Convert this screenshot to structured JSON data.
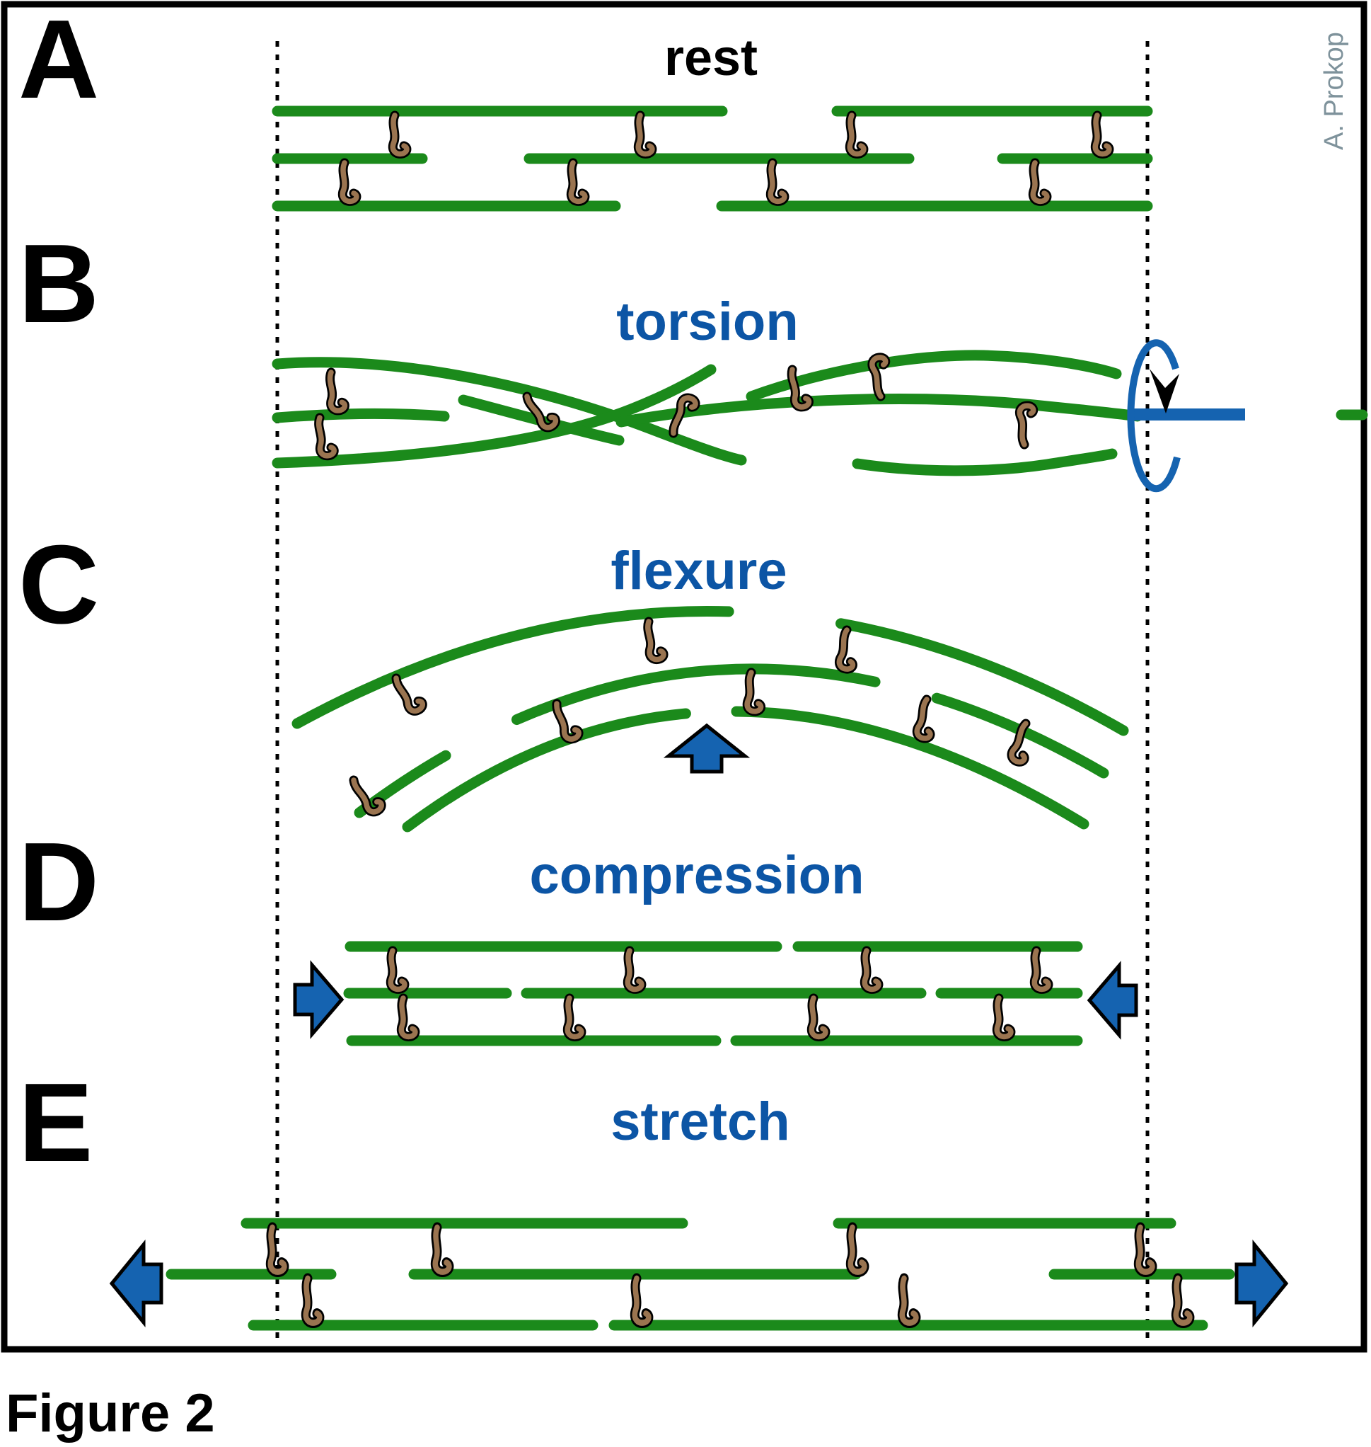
{
  "figure": {
    "caption": "Figure 2",
    "attribution": "A. Prokop"
  },
  "panels": [
    {
      "letter": "A",
      "label": "rest",
      "force_icons": []
    },
    {
      "letter": "B",
      "label": "torsion",
      "force_icons": [
        "rotation-circular-arrow"
      ]
    },
    {
      "letter": "C",
      "label": "flexure",
      "force_icons": [
        "up-arrow"
      ]
    },
    {
      "letter": "D",
      "label": "compression",
      "force_icons": [
        "right-arrow",
        "left-arrow"
      ]
    },
    {
      "letter": "E",
      "label": "stretch",
      "force_icons": [
        "left-arrow",
        "right-arrow"
      ]
    }
  ],
  "colors": {
    "filament_green": "#1b8a1b",
    "crosslinker_brown": "#9a7450",
    "outline_black": "#000000",
    "accent_blue_label": "#0c55a5",
    "accent_blue_arrow": "#1563b0",
    "attribution_gray": "#7e929b",
    "background": "#ffffff"
  }
}
